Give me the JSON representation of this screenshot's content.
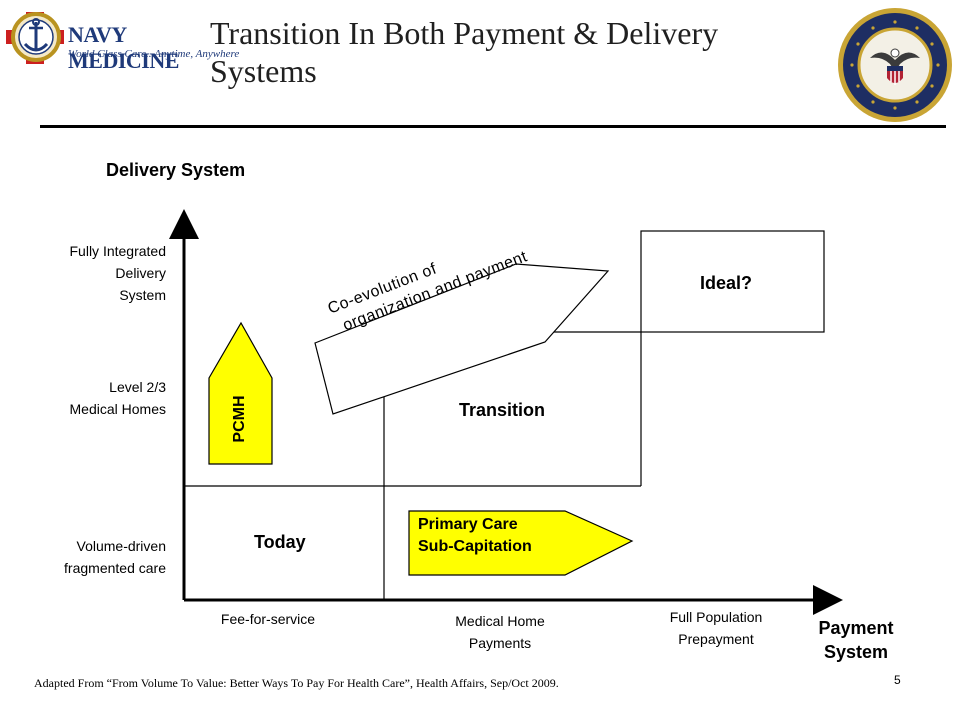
{
  "header": {
    "logo_text": "NAVY MEDICINE",
    "logo_tagline": "World Class Care...Anytime, Anywhere",
    "title": "Transition In Both Payment &   Delivery Systems",
    "seal_icon": "navy-seal-icon"
  },
  "diagram": {
    "y_axis_title": "Delivery System",
    "x_axis_title_line1": "Payment",
    "x_axis_title_line2": "System",
    "y_labels": [
      {
        "line1": "Fully Integrated",
        "line2": "Delivery",
        "line3": "System"
      },
      {
        "line1": "Level 2/3",
        "line2": "Medical Homes"
      },
      {
        "line1": "Volume-driven",
        "line2": "fragmented care"
      }
    ],
    "x_labels": [
      {
        "line1": "Fee-for-service"
      },
      {
        "line1": "Medical Home",
        "line2": "Payments"
      },
      {
        "line1": "Full Population",
        "line2": "Prepayment"
      }
    ],
    "regions": {
      "today": "Today",
      "transition": "Transition",
      "ideal": "Ideal?"
    },
    "arrows": {
      "pcmh": "PCMH",
      "primary_care_line1": "Primary Care",
      "primary_care_line2": "Sub-Capitation",
      "coevolution_line1": "Co-evolution of",
      "coevolution_line2": "organization and payment"
    },
    "colors": {
      "highlight_fill": "#ffff00",
      "outline": "#000000"
    }
  },
  "footer": {
    "citation": "Adapted From “From Volume To Value: Better Ways To Pay For Health Care”, Health Affairs, Sep/Oct 2009.",
    "slide_number": "5"
  }
}
